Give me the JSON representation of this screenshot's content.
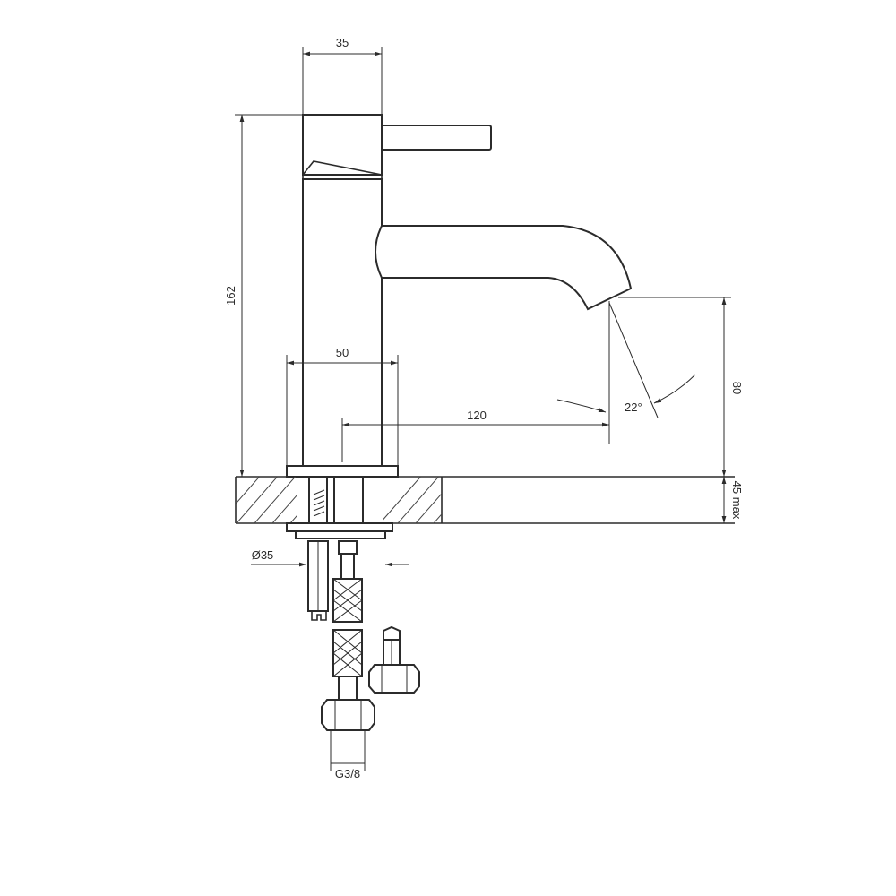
{
  "dimensions": {
    "top_width": "35",
    "total_height": "162",
    "base_width": "50",
    "reach": "120",
    "angle": "22°",
    "spout_height": "80",
    "deck_thickness": "45 max",
    "hose_diameter": "Ø35",
    "thread": "G3/8"
  }
}
